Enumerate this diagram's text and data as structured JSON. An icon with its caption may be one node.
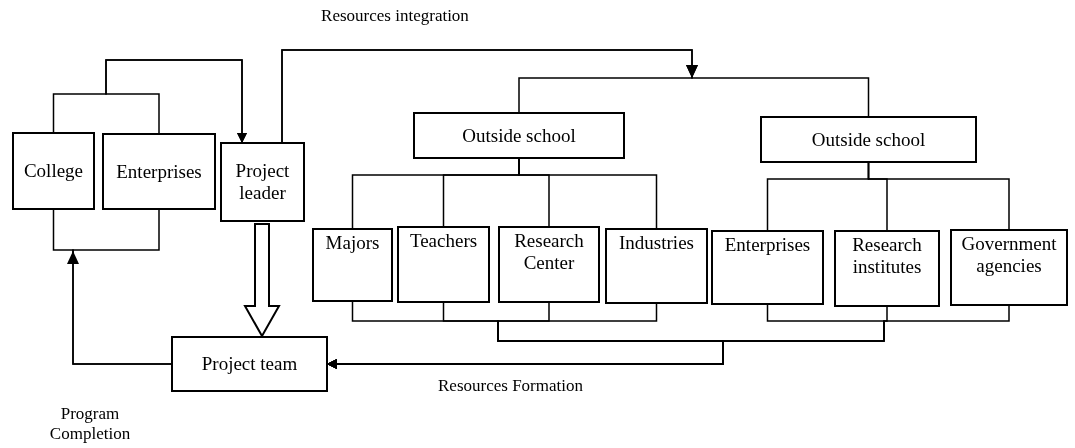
{
  "diagram": {
    "nodes": [
      {
        "text": [
          "College"
        ]
      },
      {
        "text": [
          "Enterprises"
        ]
      },
      {
        "text": [
          "Project leader"
        ]
      },
      {
        "text": [
          "Outside school"
        ]
      },
      {
        "text": [
          "Outside school"
        ]
      },
      {
        "text": [
          "Majors"
        ]
      },
      {
        "text": [
          "Teachers"
        ]
      },
      {
        "text": [
          "Research Center"
        ]
      },
      {
        "text": [
          "Industries"
        ]
      },
      {
        "text": [
          "Enterprises"
        ]
      },
      {
        "text": [
          "Research institutes"
        ]
      },
      {
        "text": [
          "Government agencies"
        ]
      },
      {
        "text": [
          "Project team"
        ]
      }
    ],
    "edges": [
      {
        "from": 0,
        "to": 2,
        "arrow": "to"
      },
      {
        "from": 1,
        "to": 2,
        "arrow": "to"
      },
      {
        "from": 2,
        "to": 3,
        "arrow": "to",
        "label": "Resources integration"
      },
      {
        "from": 2,
        "to": 4,
        "arrow": "to"
      },
      {
        "from": 2,
        "to": 12,
        "arrow": "to",
        "style": "thick"
      },
      {
        "from": 3,
        "to": 5,
        "arrow": "none"
      },
      {
        "from": 3,
        "to": 6,
        "arrow": "none"
      },
      {
        "from": 3,
        "to": 7,
        "arrow": "none"
      },
      {
        "from": 3,
        "to": 8,
        "arrow": "none"
      },
      {
        "from": 4,
        "to": 9,
        "arrow": "none"
      },
      {
        "from": 4,
        "to": 10,
        "arrow": "none"
      },
      {
        "from": 4,
        "to": 11,
        "arrow": "none"
      },
      {
        "from": 5,
        "to": 12,
        "arrow": "to",
        "label": "Resources Formation"
      },
      {
        "from": 6,
        "to": 12,
        "arrow": "to"
      },
      {
        "from": 7,
        "to": 12,
        "arrow": "to"
      },
      {
        "from": 8,
        "to": 12,
        "arrow": "to"
      },
      {
        "from": 9,
        "to": 12,
        "arrow": "to"
      },
      {
        "from": 10,
        "to": 12,
        "arrow": "to"
      },
      {
        "from": 11,
        "to": 12,
        "arrow": "to"
      },
      {
        "from": 12,
        "to": 0,
        "arrow": "to",
        "label": "Program Completion"
      },
      {
        "from": 12,
        "to": 1,
        "arrow": "to"
      }
    ]
  }
}
